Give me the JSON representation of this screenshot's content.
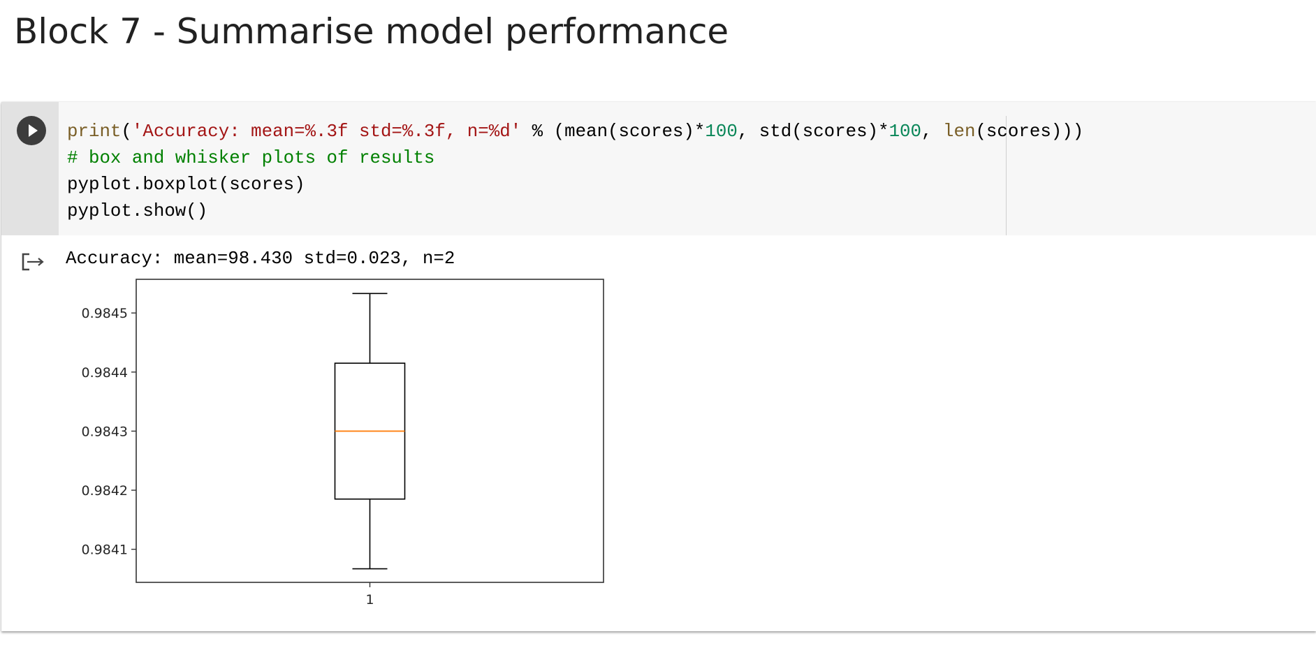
{
  "heading": "Block 7 - Summarise model performance",
  "cell": {
    "run_button_icon": "play-icon",
    "code_lines": [
      [
        {
          "t": "print",
          "k": "fn"
        },
        {
          "t": "(",
          "k": "plain"
        },
        {
          "t": "'Accuracy: mean=%.3f std=%.3f, n=%d'",
          "k": "str"
        },
        {
          "t": " % (mean(scores)*",
          "k": "plain"
        },
        {
          "t": "100",
          "k": "num"
        },
        {
          "t": ", std(scores)*",
          "k": "plain"
        },
        {
          "t": "100",
          "k": "num"
        },
        {
          "t": ", ",
          "k": "plain"
        },
        {
          "t": "len",
          "k": "fn"
        },
        {
          "t": "(scores)))",
          "k": "plain"
        }
      ],
      [
        {
          "t": "# box and whisker plots of results",
          "k": "com"
        }
      ],
      [
        {
          "t": "pyplot.boxplot(scores)",
          "k": "plain"
        }
      ],
      [
        {
          "t": "pyplot.show()",
          "k": "plain"
        }
      ]
    ],
    "syntax_colors": {
      "fn": "#795e26",
      "str": "#a31515",
      "num": "#098658",
      "com": "#008000",
      "plain": "#000000"
    },
    "output_icon": "output-arrow-icon",
    "stdout": "Accuracy: mean=98.430 std=0.023, n=2"
  },
  "chart_data": {
    "type": "boxplot",
    "categories": [
      "1"
    ],
    "boxes": [
      {
        "whisker_low": 0.984067,
        "q1": 0.984185,
        "median": 0.9843,
        "q3": 0.984415,
        "whisker_high": 0.984533
      }
    ],
    "yticks": [
      0.9841,
      0.9842,
      0.9843,
      0.9844,
      0.9845
    ],
    "ytick_labels": [
      "0.9841",
      "0.9842",
      "0.9843",
      "0.9844",
      "0.9845"
    ],
    "ylim": [
      0.984044,
      0.984557
    ],
    "title": "",
    "xlabel": "",
    "ylabel": "",
    "grid": false,
    "colors": {
      "box": "#000000",
      "median": "#ff7f0e",
      "frame": "#333333"
    }
  }
}
